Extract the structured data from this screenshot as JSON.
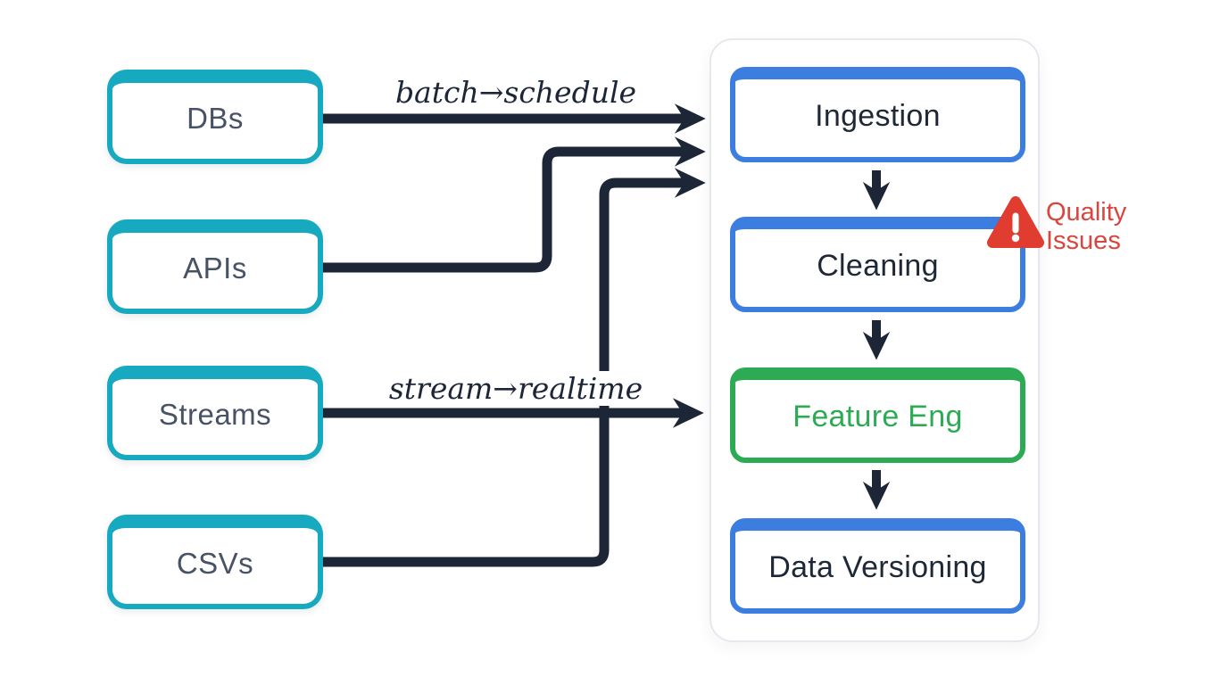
{
  "sources": [
    {
      "label": "DBs"
    },
    {
      "label": "APIs"
    },
    {
      "label": "Streams"
    },
    {
      "label": "CSVs"
    }
  ],
  "pipeline": [
    {
      "label": "Ingestion"
    },
    {
      "label": "Cleaning"
    },
    {
      "label": "Feature Eng"
    },
    {
      "label": "Data Versioning"
    }
  ],
  "edge_labels": [
    {
      "text": "batch→schedule"
    },
    {
      "text": "stream→realtime"
    }
  ],
  "warning": {
    "line1": "Quality",
    "line2": "Issues",
    "icon": "warning-triangle-icon"
  },
  "colors": {
    "teal": "#16a9bf",
    "blue": "#3c7de0",
    "green": "#2cab54",
    "ink": "#1d2636",
    "red": "#e03c30",
    "redText": "#d9453f",
    "sourceText": "#475365",
    "stageText": "#1f2836",
    "panelBorder": "#e6e8ee",
    "background": "#ffffff"
  }
}
